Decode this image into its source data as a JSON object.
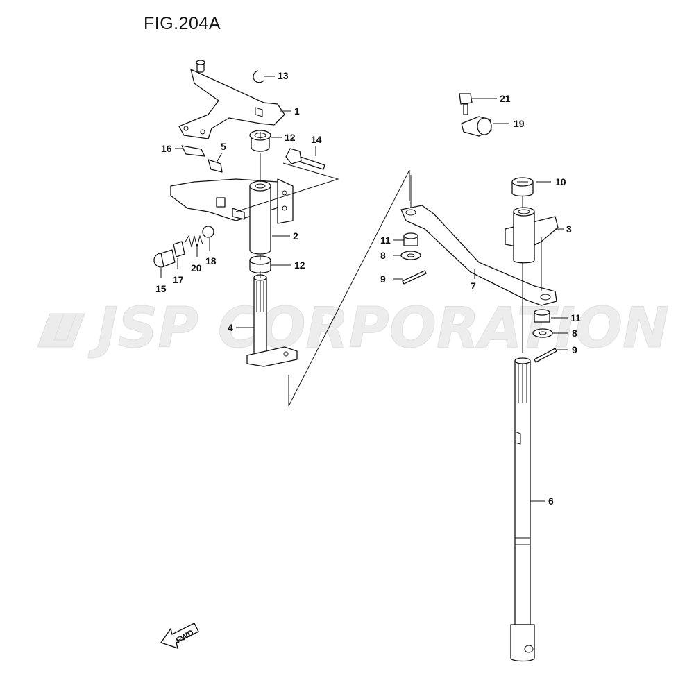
{
  "title": "FIG.204A",
  "watermark": "JSP CORPORATION",
  "direction_label": "FWD",
  "callouts": {
    "p1": "1",
    "p2": "2",
    "p3": "3",
    "p4": "4",
    "p5": "5",
    "p6": "6",
    "p7": "7",
    "p8a": "8",
    "p8b": "8",
    "p9a": "9",
    "p9b": "9",
    "p10": "10",
    "p11a": "11",
    "p11b": "11",
    "p12a": "12",
    "p12b": "12",
    "p13": "13",
    "p14": "14",
    "p15": "15",
    "p16": "16",
    "p17": "17",
    "p18": "18",
    "p19": "19",
    "p20": "20",
    "p21": "21"
  }
}
